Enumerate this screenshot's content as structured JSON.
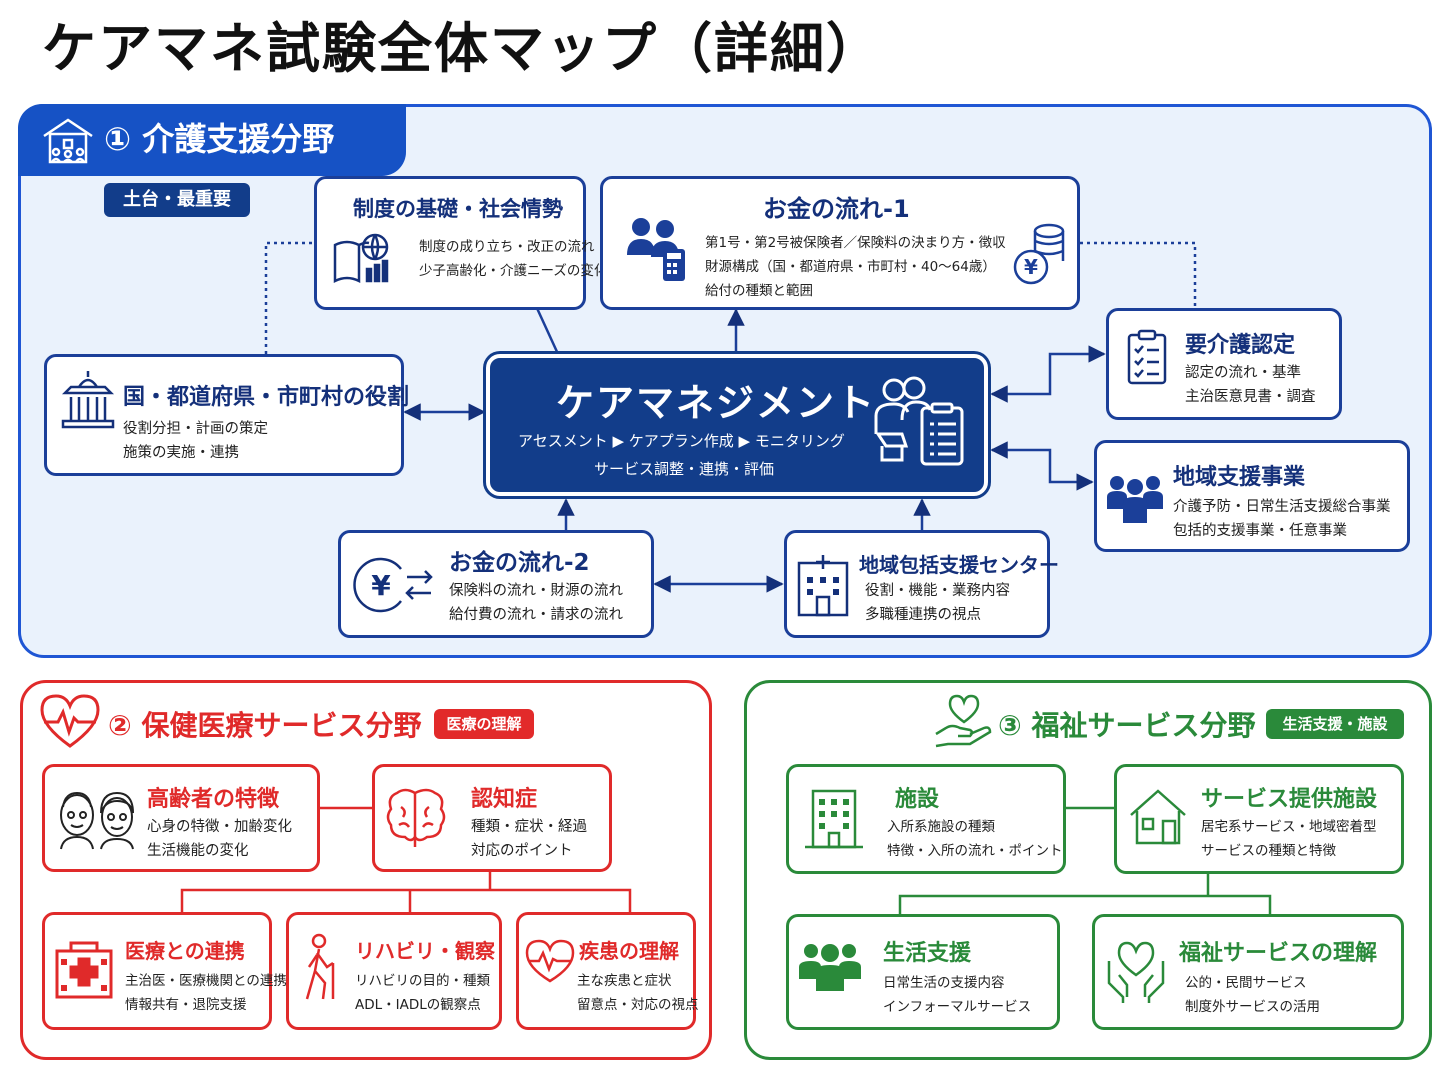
{
  "title": "ケアマネ試験全体マップ（詳細）",
  "colors": {
    "blue": "#1652c5",
    "navy": "#123d8a",
    "red": "#e02a2a",
    "green": "#2a8a3a"
  },
  "care": {
    "number": "①",
    "title": "介護支援分野",
    "tag": "土台・最重要",
    "center": {
      "title": "ケアマネジメント",
      "line1": "アセスメント ▶ ケアプラン作成 ▶ モニタリング",
      "line2": "サービス調整・連携・評価",
      "icon": "care-manager-clipboard-icon"
    },
    "boxes": {
      "system": {
        "title": "制度の基礎・社会情勢",
        "lines": [
          "制度の成り立ち・改正の流れ",
          "少子高齢化・介護ニーズの変化"
        ],
        "icon": "book-globe-icon"
      },
      "money1": {
        "title": "お金の流れ-1",
        "lines": [
          "第1号・第2号被保険者／保険料の決まり方・徴収",
          "財源構成（国・都道府県・市町村・40〜64歳）",
          "給付の種類と範囲"
        ],
        "icon": "people-yen-coins-icon"
      },
      "gov": {
        "title": "国・都道府県・市町村の役割",
        "lines": [
          "役割分担・計画の策定",
          "施策の実施・連携"
        ],
        "icon": "government-building-icon"
      },
      "cert": {
        "title": "要介護認定",
        "lines": [
          "認定の流れ・基準",
          "主治医意見書・調査"
        ],
        "icon": "checklist-icon"
      },
      "community": {
        "title": "地域支援事業",
        "lines": [
          "介護予防・日常生活支援総合事業",
          "包括的支援事業・任意事業"
        ],
        "icon": "group-icon"
      },
      "money2": {
        "title": "お金の流れ-2",
        "lines": [
          "保険料の流れ・財源の流れ",
          "給付費の流れ・請求の流れ"
        ],
        "icon": "yen-exchange-icon"
      },
      "center2": {
        "title": "地域包括支援センター",
        "lines": [
          "役割・機能・業務内容",
          "多職種連携の視点"
        ],
        "icon": "hospital-building-icon"
      }
    }
  },
  "health": {
    "number": "②",
    "title": "保健医療サービス分野",
    "tag": "医療の理解",
    "boxes": {
      "elderly": {
        "title": "高齢者の特徴",
        "lines": [
          "心身の特徴・加齢変化",
          "生活機能の変化"
        ],
        "icon": "elderly-couple-icon"
      },
      "dementia": {
        "title": "認知症",
        "lines": [
          "種類・症状・経過",
          "対応のポイント"
        ],
        "icon": "brain-icon"
      },
      "medical": {
        "title": "医療との連携",
        "lines": [
          "主治医・医療機関との連携",
          "情報共有・退院支援"
        ],
        "icon": "hospital-cross-icon"
      },
      "rehab": {
        "title": "リハビリ・観察",
        "lines": [
          "リハビリの目的・種類",
          "ADL・IADLの観察点"
        ],
        "icon": "walking-cane-icon"
      },
      "disease": {
        "title": "疾患の理解",
        "lines": [
          "主な疾患と症状",
          "留意点・対応の視点"
        ],
        "icon": "heart-pulse-icon"
      }
    }
  },
  "welfare": {
    "number": "③",
    "title": "福祉サービス分野",
    "tag": "生活支援・施設",
    "boxes": {
      "facility": {
        "title": "施設",
        "lines": [
          "入所系施設の種類",
          "特徴・入所の流れ・ポイント"
        ],
        "icon": "apartment-icon"
      },
      "service": {
        "title": "サービス提供施設",
        "lines": [
          "居宅系サービス・地域密着型",
          "サービスの種類と特徴"
        ],
        "icon": "house-icon"
      },
      "living": {
        "title": "生活支援",
        "lines": [
          "日常生活の支援内容",
          "インフォーマルサービス"
        ],
        "icon": "people-group-icon"
      },
      "understanding": {
        "title": "福祉サービスの理解",
        "lines": [
          "公的・民間サービス",
          "制度外サービスの活用"
        ],
        "icon": "hands-heart-icon"
      }
    }
  }
}
